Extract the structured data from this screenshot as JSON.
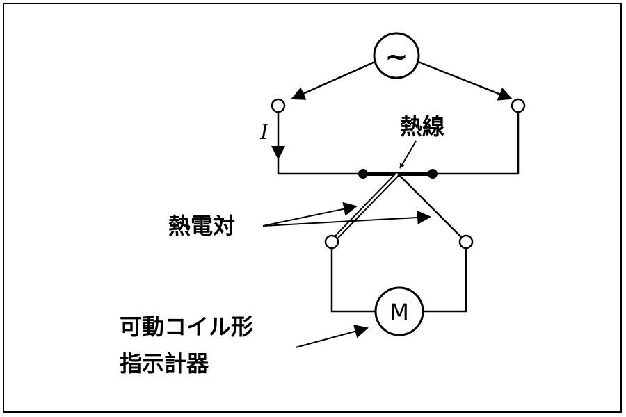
{
  "source_symbol": "~",
  "meter_symbol": "M",
  "current_label": "I",
  "hot_wire_label": "熱線",
  "thermocouple_label": "熱電対",
  "meter_label_line1": "可動コイル形",
  "meter_label_line2": "指示計器"
}
